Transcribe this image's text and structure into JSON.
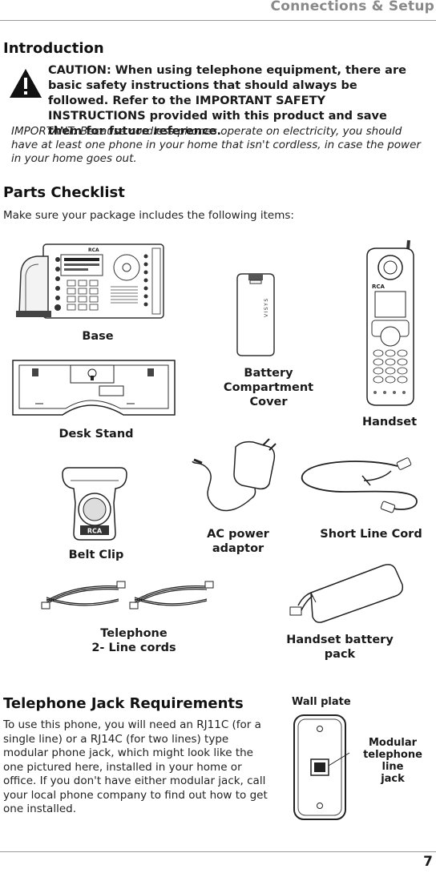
{
  "header": {
    "title": "Connections & Setup"
  },
  "intro": {
    "heading": "Introduction",
    "caution": "CAUTION: When using telephone equipment, there are basic safety instructions that should always be followed. Refer to the IMPORTANT SAFETY INSTRUCTIONS provided with this product and save them for future reference.",
    "important": "IMPORTANT: Because cordless phones operate on electricity, you should have at least one phone in your home that isn't cordless, in case the power in your home goes out."
  },
  "parts": {
    "heading": "Parts Checklist",
    "subtitle": "Make sure your package includes the following items:",
    "items": {
      "base": "Base",
      "battery_cover_1": "Battery",
      "battery_cover_2": "Compartment",
      "battery_cover_3": "Cover",
      "handset": "Handset",
      "desk_stand": "Desk Stand",
      "belt_clip": "Belt Clip",
      "ac_adaptor_1": "AC power",
      "ac_adaptor_2": "adaptor",
      "short_cord": "Short Line Cord",
      "line_cords_1": "Telephone",
      "line_cords_2": "2- Line cords",
      "battery_pack_1": "Handset battery",
      "battery_pack_2": "pack"
    },
    "logo": "RCA",
    "cover_text": "VISYS"
  },
  "jack": {
    "heading": "Telephone Jack Requirements",
    "body": "To use this phone, you will need an RJ11C (for a single line) or a RJ14C (for two lines) type modular phone jack, which might look like the one pictured here, installed in your home or office. If you don't have either modular jack, call your local phone company to find out how to get one installed.",
    "wall_plate": "Wall plate",
    "modular_1": "Modular",
    "modular_2": "telephone line",
    "modular_3": "jack"
  },
  "footer": {
    "page": "7"
  }
}
